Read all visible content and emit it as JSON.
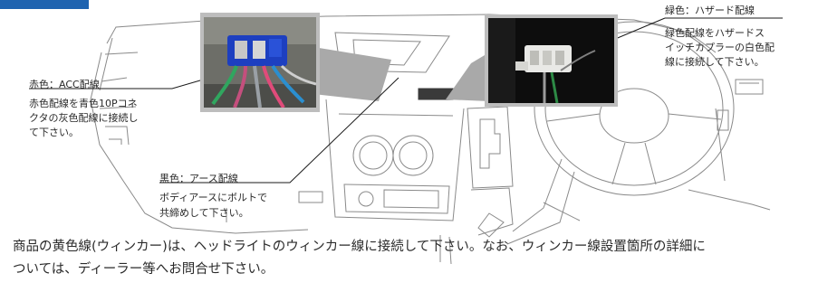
{
  "labels": {
    "red_title": "赤色：ACC配線",
    "red_desc_lines": [
      "赤色配線を青色10Pコネ",
      "クタの灰色配線に接続し",
      "て下さい。"
    ],
    "black_title": "黒色：アース配線",
    "black_desc_lines": [
      "ボディアースにボルトで",
      "共締めして下さい。"
    ],
    "green_title": "緑色：ハザード配線",
    "green_desc_lines": [
      "緑色配線をハザードス",
      "イッチカプラーの白色配",
      "線に接続して下さい。"
    ]
  },
  "note_lines": [
    "商品の黄色線(ウィンカー)は、ヘッドライトのウィンカー線に接続して下さい。なお、ウィンカー線設置箇所の詳細に",
    "ついては、ディーラー等へお問合せ下さい。"
  ],
  "colors": {
    "accent_blue": "#1e63b0",
    "photo_frame": "#bdbdbd",
    "callout_fill": "#a9a9a9",
    "line": "#1a1a1a",
    "sketch": "#8a8a8a"
  },
  "photos": {
    "left": "connector-photo-blue-10p",
    "right": "connector-photo-white-hazard"
  }
}
